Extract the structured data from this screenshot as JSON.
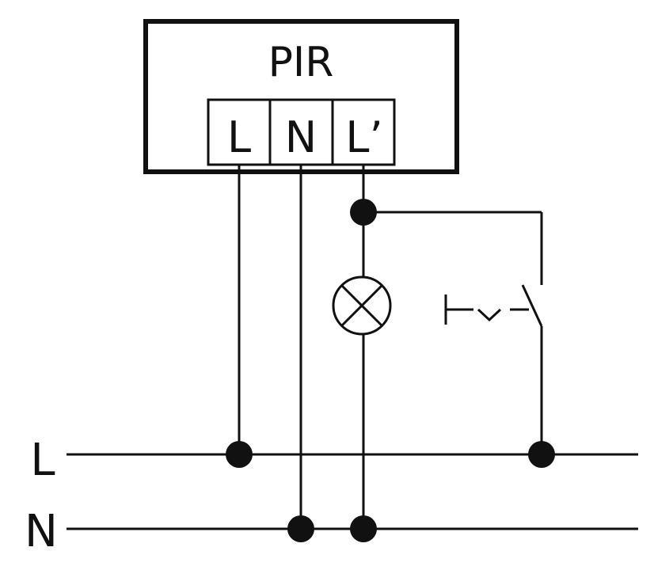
{
  "device": {
    "title": "PIR",
    "terminals": [
      "L",
      "N",
      "L’"
    ]
  },
  "buses": {
    "line_label": "L",
    "neutral_label": "N"
  },
  "components": {
    "lamp_icon": "lamp-icon",
    "switch_icon": "pushbutton-switch-icon"
  },
  "colors": {
    "stroke": "#111111",
    "background": "#ffffff"
  }
}
